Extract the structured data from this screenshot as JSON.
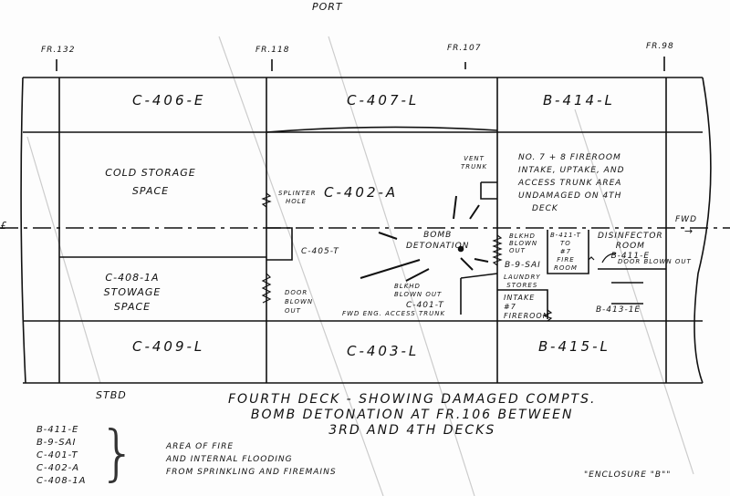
{
  "header": {
    "side_top": "PORT",
    "side_bottom": "STBD",
    "forward": "FWD",
    "forward_arrow": "→",
    "centerline_mark": "£"
  },
  "frames": [
    "FR.132",
    "FR.118",
    "FR.107",
    "FR.98"
  ],
  "compartments": {
    "top_row": [
      "C-406-E",
      "C-407-L",
      "B-414-L"
    ],
    "bottom_row": [
      "C-409-L",
      "C-403-L",
      "B-415-L"
    ],
    "cold_storage": "COLD STORAGE SPACE",
    "c402a": "C-402-A",
    "c405t": "C-405-T",
    "c408": "C-408-1A STOWAGE SPACE",
    "fireroom_note": [
      "No. 7 + 8 FIREROOM",
      "INTAKE, UPTAKE, AND",
      "ACCESS TRUNK AREA",
      "UNDAMAGED ON 4TH",
      "DECK"
    ],
    "b411t": [
      "B-411-T",
      "TO",
      "#7",
      "FIRE",
      "ROOM"
    ],
    "disinfector": [
      "DISINFECTOR",
      "ROOM",
      "B-411-E"
    ],
    "b9sai": "B-9-SAI",
    "laundry": [
      "LAUNDRY",
      "STORES"
    ],
    "intake": [
      "INTAKE",
      "#7",
      "FIREROOM"
    ],
    "b413": "B-413-1E",
    "c401t": "C-401-T"
  },
  "annotations": {
    "vent_trunk": [
      "VENT",
      "TRUNK"
    ],
    "splinter_hole": [
      "SPLINTER",
      "HOLE"
    ],
    "bomb": [
      "BOMB",
      "DETONATION"
    ],
    "bkhd_blown_out_1": [
      "BLKHD",
      "BLOWN",
      "OUT"
    ],
    "bkhd_blown_out_2": [
      "BLKHD",
      "BLOWN OUT"
    ],
    "door_blown_out_1": [
      "DOOR",
      "BLOWN",
      "OUT"
    ],
    "door_blown_out_2": "DOOR BLOWN OUT",
    "access_trunk": "FWD ENG. ACCESS TRUNK"
  },
  "title": [
    "FOURTH DECK - SHOWING DAMAGED COMPTS.",
    "BOMB DETONATION AT FR.106 BETWEEN",
    "3RD AND 4TH DECKS"
  ],
  "legend": {
    "items": [
      "B-411-E",
      "B-9-SAI",
      "C-401-T",
      "C-402-A",
      "C-408-1A"
    ],
    "notes": [
      "AREA OF FIRE",
      "AND INTERNAL FLOODING",
      "FROM SPRINKLING AND FIREMAINS"
    ]
  },
  "enclosure": "\"ENCLOSURE \"B\"\""
}
